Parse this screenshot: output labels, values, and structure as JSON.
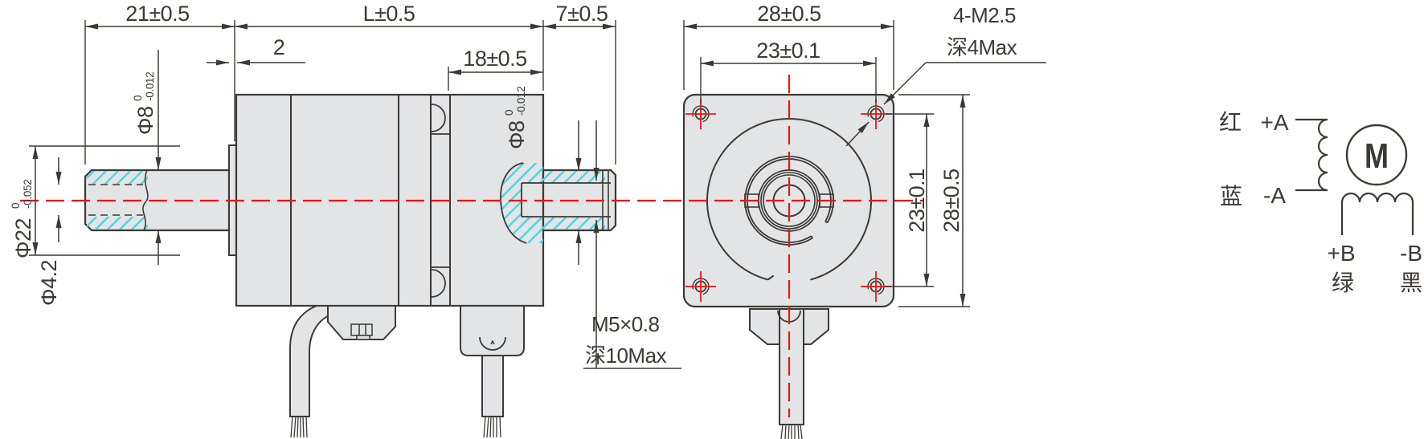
{
  "drawing": {
    "side_view": {
      "dim_front_shaft_length": "21±0.5",
      "dim_body_length": "L±0.5",
      "dim_rear_shaft_length": "7±0.5",
      "dim_pilot_boss_width": "2",
      "dim_rear_section_length": "18±0.5",
      "dia_front_shaft": {
        "symbol": "Φ8",
        "tol_upper": "0",
        "tol_lower": "-0.012"
      },
      "dia_pilot_boss": {
        "symbol": "Φ22",
        "tol_upper": "0",
        "tol_lower": "-0.052"
      },
      "dia_tap_drill": "Φ4.2",
      "dia_rear_shaft": {
        "symbol": "Φ8",
        "tol_upper": "0",
        "tol_lower": "-0.012"
      },
      "rear_thread_spec": "M5×0.8",
      "rear_thread_depth": "深10Max"
    },
    "front_view": {
      "dim_flange_width": "28±0.5",
      "dim_hole_spacing_h": "23±0.1",
      "dim_hole_spacing_v": "23±0.1",
      "dim_flange_height": "28±0.5",
      "mount_holes_spec": "4-M2.5",
      "mount_holes_depth": "深4Max"
    },
    "wiring_diagram": {
      "phase_a_plus_color": "红",
      "phase_a_plus": "+A",
      "phase_a_minus_color": "蓝",
      "phase_a_minus": "-A",
      "motor_symbol": "M",
      "phase_b_plus": "+B",
      "phase_b_plus_color": "绿",
      "phase_b_minus": "-B",
      "phase_b_minus_color": "黑"
    },
    "colors": {
      "line": "#3d3935",
      "body_fill": "#e3e4e5",
      "centerline_red": "#ea1515",
      "hatch_cyan": "#3fdbed"
    }
  }
}
